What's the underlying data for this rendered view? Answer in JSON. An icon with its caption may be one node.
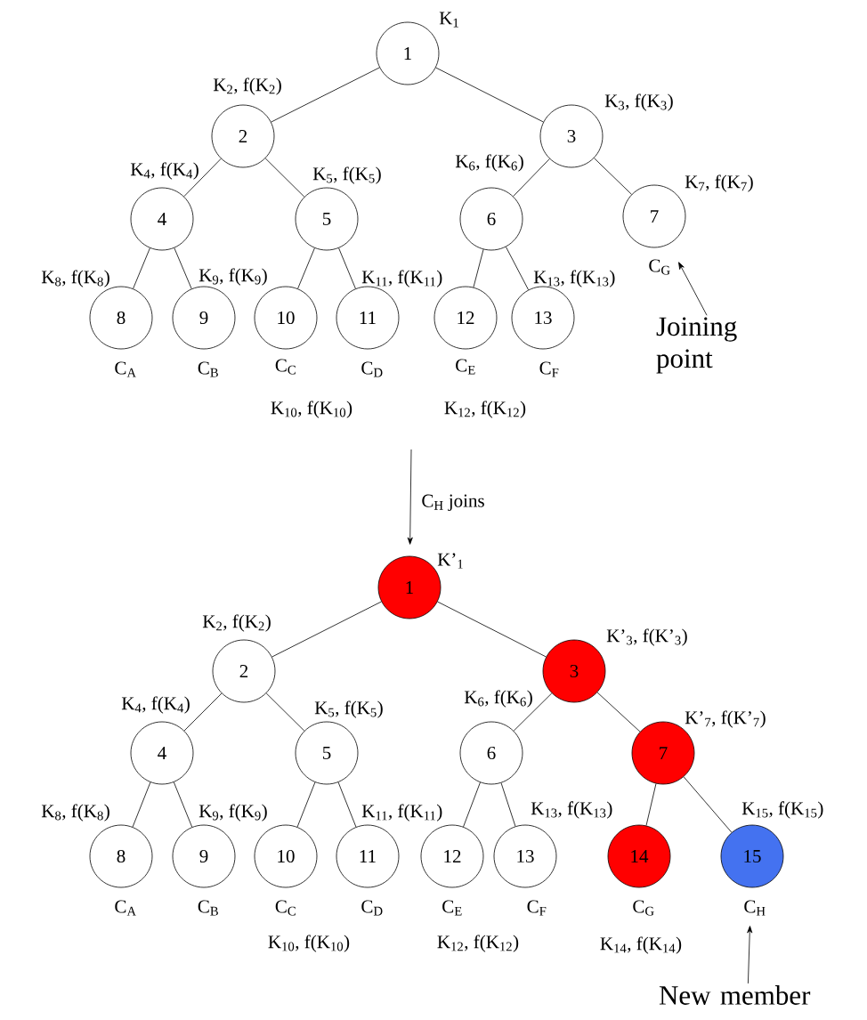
{
  "diagram": {
    "nodes": [
      {
        "text": [
          "1"
        ],
        "beside": [
          "K$_{1}$"
        ]
      },
      {
        "text": [
          "2"
        ],
        "beside": [
          "K$_{2}$, f(K$_{2}$)"
        ]
      },
      {
        "text": [
          "3"
        ],
        "beside": [
          "K$_{3}$, f(K$_{3}$)"
        ]
      },
      {
        "text": [
          "4"
        ],
        "beside": [
          "K$_{4}$, f(K$_{4}$)"
        ]
      },
      {
        "text": [
          "5"
        ],
        "beside": [
          "K$_{5}$, f(K$_{5}$)"
        ]
      },
      {
        "text": [
          "6"
        ],
        "beside": [
          "K$_{6}$, f(K$_{6}$)"
        ]
      },
      {
        "text": [
          "7"
        ],
        "beside": [
          "K$_{7}$, f(K$_{7}$)",
          "C$_{G}$"
        ]
      },
      {
        "text": [
          "8"
        ],
        "beside": [
          "K$_{8}$, f(K$_{8}$)",
          "C$_{A}$"
        ]
      },
      {
        "text": [
          "9"
        ],
        "beside": [
          "K$_{9}$, f(K$_{9}$)",
          "C$_{B}$"
        ]
      },
      {
        "text": [
          "10"
        ],
        "beside": [
          "C$_{C}$",
          "K$_{10}$, f(K$_{10}$)"
        ]
      },
      {
        "text": [
          "11"
        ],
        "beside": [
          "K$_{11}$, f(K$_{11}$)",
          "C$_{D}$"
        ]
      },
      {
        "text": [
          "12"
        ],
        "beside": [
          "C$_{E}$",
          "K$_{12}$, f(K$_{12}$)"
        ]
      },
      {
        "text": [
          "13"
        ],
        "beside": [
          "K$_{13}$, f(K$_{13}$)",
          "C$_{F}$"
        ]
      },
      {
        "text": [
          "Joining point"
        ]
      },
      {
        "text": [
          "1"
        ],
        "beside": [
          "K’$_{1}$"
        ]
      },
      {
        "text": [
          "2"
        ],
        "beside": [
          "K$_{2}$, f(K$_{2}$)"
        ]
      },
      {
        "text": [
          "3"
        ],
        "beside": [
          "K’$_{3}$, f(K’$_{3}$)"
        ]
      },
      {
        "text": [
          "4"
        ],
        "beside": [
          "K$_{4}$, f(K$_{4}$)"
        ]
      },
      {
        "text": [
          "5"
        ],
        "beside": [
          "K$_{5}$, f(K$_{5}$)"
        ]
      },
      {
        "text": [
          "6"
        ],
        "beside": [
          "K$_{6}$, f(K$_{6}$)"
        ]
      },
      {
        "text": [
          "7"
        ],
        "beside": [
          "K’$_{7}$, f(K’$_{7}$)"
        ]
      },
      {
        "text": [
          "8"
        ],
        "beside": [
          "K$_{8}$, f(K$_{8}$)",
          "C$_{A}$"
        ]
      },
      {
        "text": [
          "9"
        ],
        "beside": [
          "K$_{9}$, f(K$_{9}$)",
          "C$_{B}$"
        ]
      },
      {
        "text": [
          "10"
        ],
        "beside": [
          "C$_{C}$",
          "K$_{10}$, f(K$_{10}$)"
        ]
      },
      {
        "text": [
          "11"
        ],
        "beside": [
          "K$_{11}$, f(K$_{11}$)",
          "C$_{D}$"
        ]
      },
      {
        "text": [
          "12"
        ],
        "beside": [
          "C$_{E}$",
          "K$_{12}$, f(K$_{12}$)"
        ]
      },
      {
        "text": [
          "13"
        ],
        "beside": [
          "K$_{13}$, f(K$_{13}$)",
          "C$_{F}$"
        ]
      },
      {
        "text": [
          "14"
        ],
        "beside": [
          "C$_{G}$",
          "K$_{14}$, f(K$_{14}$)"
        ]
      },
      {
        "text": [
          "15"
        ],
        "beside": [
          "K$_{15}$, f(K$_{15}$)",
          "C$_{H}$"
        ]
      },
      {
        "text": [
          "New member"
        ]
      }
    ],
    "edges": [
      {
        "from": 0,
        "to": 1,
        "arrow": "none"
      },
      {
        "from": 0,
        "to": 2,
        "arrow": "none"
      },
      {
        "from": 1,
        "to": 3,
        "arrow": "none"
      },
      {
        "from": 1,
        "to": 4,
        "arrow": "none"
      },
      {
        "from": 2,
        "to": 5,
        "arrow": "none"
      },
      {
        "from": 2,
        "to": 6,
        "arrow": "none"
      },
      {
        "from": 3,
        "to": 7,
        "arrow": "none"
      },
      {
        "from": 3,
        "to": 8,
        "arrow": "none"
      },
      {
        "from": 4,
        "to": 9,
        "arrow": "none"
      },
      {
        "from": 4,
        "to": 10,
        "arrow": "none"
      },
      {
        "from": 5,
        "to": 11,
        "arrow": "none"
      },
      {
        "from": 5,
        "to": 12,
        "arrow": "none"
      },
      {
        "from": 13,
        "to": 6,
        "arrow": "to"
      },
      {
        "from": null,
        "to": 14,
        "arrow": "to",
        "label": "C$_{H}$ joins"
      },
      {
        "from": 14,
        "to": 15,
        "arrow": "none"
      },
      {
        "from": 14,
        "to": 16,
        "arrow": "none"
      },
      {
        "from": 15,
        "to": 17,
        "arrow": "none"
      },
      {
        "from": 15,
        "to": 18,
        "arrow": "none"
      },
      {
        "from": 16,
        "to": 19,
        "arrow": "none"
      },
      {
        "from": 16,
        "to": 20,
        "arrow": "none"
      },
      {
        "from": 17,
        "to": 21,
        "arrow": "none"
      },
      {
        "from": 17,
        "to": 22,
        "arrow": "none"
      },
      {
        "from": 18,
        "to": 23,
        "arrow": "none"
      },
      {
        "from": 18,
        "to": 24,
        "arrow": "none"
      },
      {
        "from": 19,
        "to": 25,
        "arrow": "none"
      },
      {
        "from": 19,
        "to": 26,
        "arrow": "none"
      },
      {
        "from": 20,
        "to": 27,
        "arrow": "none"
      },
      {
        "from": 20,
        "to": 28,
        "arrow": "none"
      },
      {
        "from": 29,
        "to": 28,
        "arrow": "to"
      }
    ]
  }
}
